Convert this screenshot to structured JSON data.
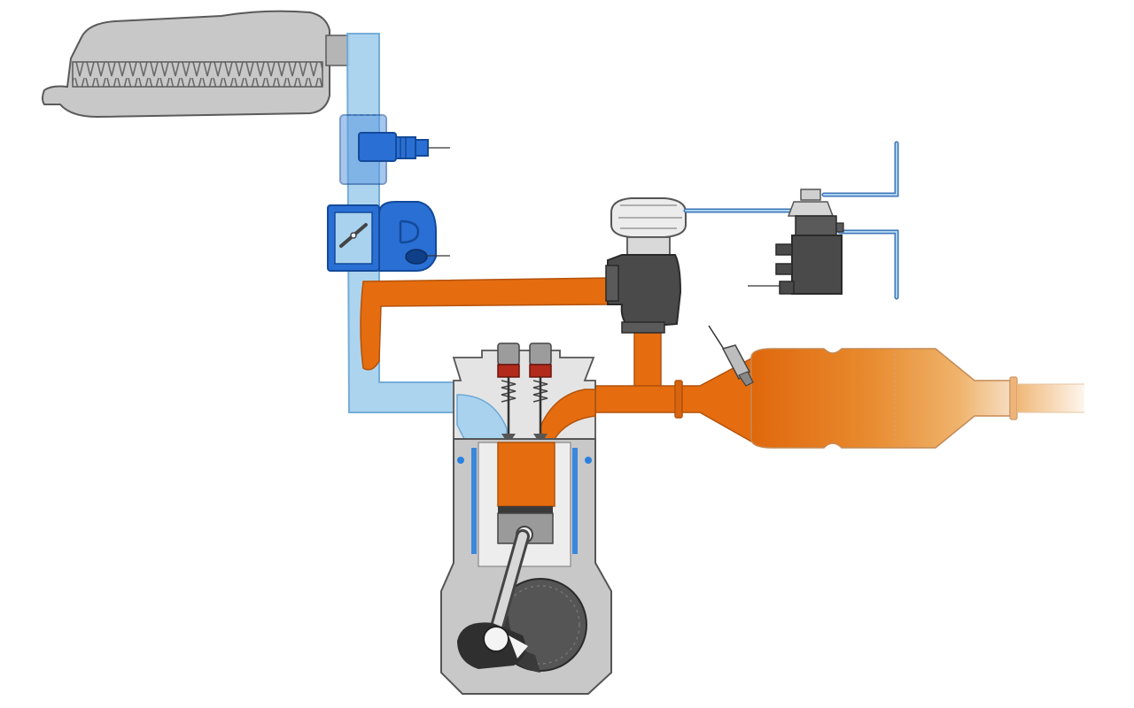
{
  "diagram": {
    "kind": "engine intake and exhaust gas recirculation schematic",
    "labels": [],
    "colors": {
      "background": "#ffffff",
      "intake_air": "#a9d2ee",
      "intake_air_edge": "#6fa9d6",
      "exhaust_gas": "#e56d0f",
      "exhaust_gas_edge": "#b4520b",
      "sensor_blue": "#2a6fd3",
      "sensor_blue_dark": "#134a9a",
      "housing_gray": "#c8c8c8",
      "housing_edge": "#5a5a5a",
      "dark_gray": "#4a4a4a",
      "light_gray": "#e4e4e4",
      "valve_red": "#b22a1c",
      "vacuum_line": "#3f75b8"
    },
    "components": [
      {
        "id": "air-filter-housing",
        "icon": "air-filter-icon"
      },
      {
        "id": "mass-air-flow-sensor",
        "icon": "sensor-icon"
      },
      {
        "id": "throttle-body",
        "icon": "throttle-valve-icon"
      },
      {
        "id": "egr-valve",
        "icon": "valve-icon"
      },
      {
        "id": "vacuum-solenoid",
        "icon": "solenoid-icon"
      },
      {
        "id": "oxygen-sensor",
        "icon": "probe-icon"
      },
      {
        "id": "catalytic-converter",
        "icon": "catalyst-icon"
      },
      {
        "id": "engine-cylinder",
        "icon": "piston-icon"
      }
    ]
  }
}
